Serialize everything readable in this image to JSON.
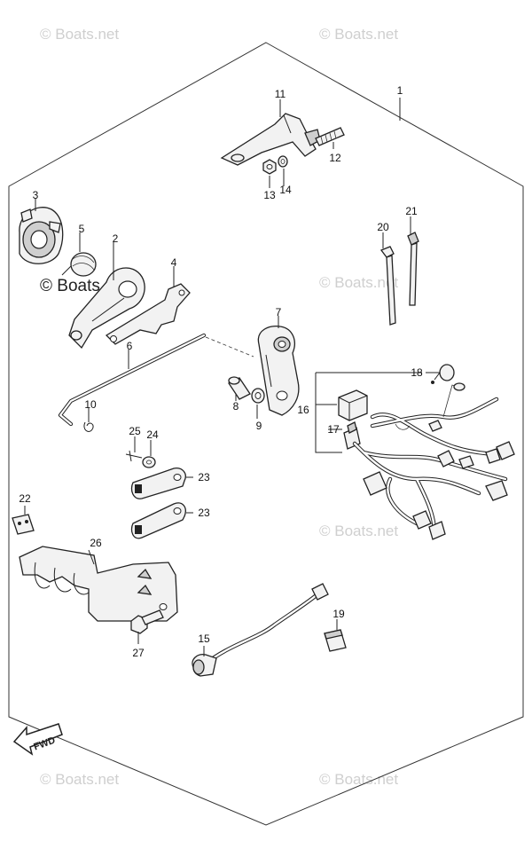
{
  "watermark": {
    "text": "© Boats.net",
    "color": "#cfcfcf"
  },
  "fwd_label": "FWD",
  "callouts": [
    {
      "id": "1",
      "label": "1"
    },
    {
      "id": "2",
      "label": "2"
    },
    {
      "id": "3",
      "label": "3"
    },
    {
      "id": "4",
      "label": "4"
    },
    {
      "id": "5",
      "label": "5"
    },
    {
      "id": "6",
      "label": "6"
    },
    {
      "id": "7",
      "label": "7"
    },
    {
      "id": "8",
      "label": "8"
    },
    {
      "id": "9",
      "label": "9"
    },
    {
      "id": "10",
      "label": "10"
    },
    {
      "id": "11",
      "label": "11"
    },
    {
      "id": "12",
      "label": "12"
    },
    {
      "id": "13",
      "label": "13"
    },
    {
      "id": "14",
      "label": "14"
    },
    {
      "id": "15",
      "label": "15"
    },
    {
      "id": "16",
      "label": "16"
    },
    {
      "id": "17",
      "label": "17"
    },
    {
      "id": "18",
      "label": "18"
    },
    {
      "id": "19",
      "label": "19"
    },
    {
      "id": "20",
      "label": "20"
    },
    {
      "id": "21",
      "label": "21"
    },
    {
      "id": "22",
      "label": "22"
    },
    {
      "id": "23a",
      "label": "23"
    },
    {
      "id": "23b",
      "label": "23"
    },
    {
      "id": "24",
      "label": "24"
    },
    {
      "id": "25",
      "label": "25"
    },
    {
      "id": "26",
      "label": "26"
    },
    {
      "id": "27",
      "label": "27"
    }
  ]
}
